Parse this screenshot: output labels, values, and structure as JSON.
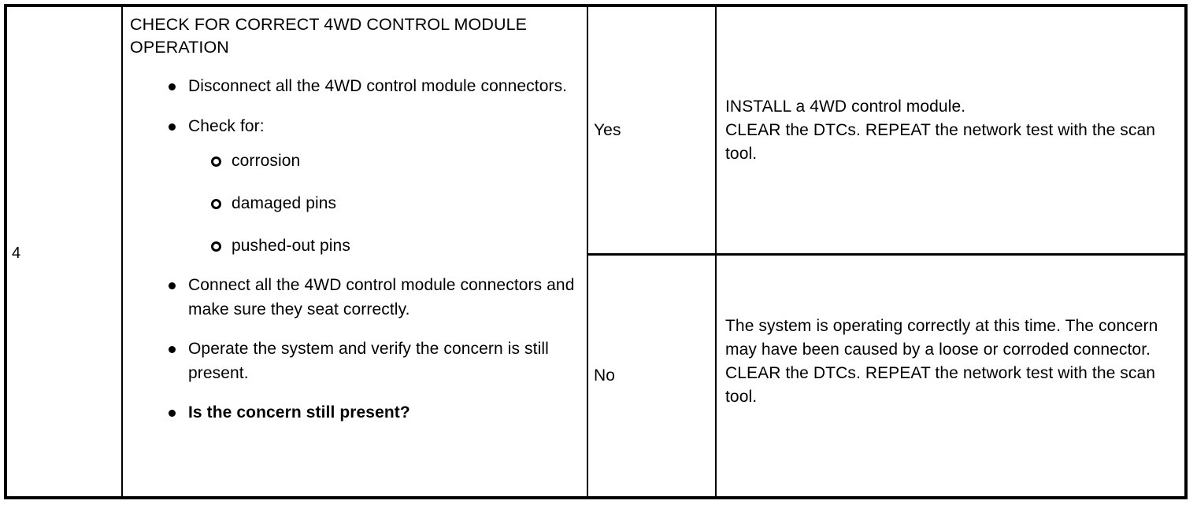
{
  "document": {
    "type": "diagnostic-pinpoint-test-table"
  },
  "row": {
    "step_number": "4",
    "test": {
      "title": "CHECK FOR CORRECT 4WD CONTROL MODULE OPERATION",
      "bullets": [
        {
          "text": "Disconnect all the 4WD control module connectors.",
          "bold": false
        },
        {
          "text": "Check for:",
          "bold": false,
          "sub_bullets": [
            "corrosion",
            "damaged pins",
            "pushed-out pins"
          ]
        },
        {
          "text": "Connect all the 4WD control module connectors and make sure they seat correctly.",
          "bold": false
        },
        {
          "text": "Operate the system and verify the concern is still present.",
          "bold": false
        },
        {
          "text": "Is the concern still present?",
          "bold": true
        }
      ]
    },
    "results": [
      {
        "label": "Yes",
        "action": "INSTALL a 4WD control module.\nCLEAR the DTCs. REPEAT the network test with the scan tool."
      },
      {
        "label": "No",
        "action": "The system is operating correctly at this time. The concern may have been caused by a loose or corroded connector. CLEAR the DTCs. REPEAT the network test with the scan tool."
      }
    ]
  },
  "colors": {
    "border": "#000000",
    "text": "#000000",
    "background": "#ffffff"
  }
}
